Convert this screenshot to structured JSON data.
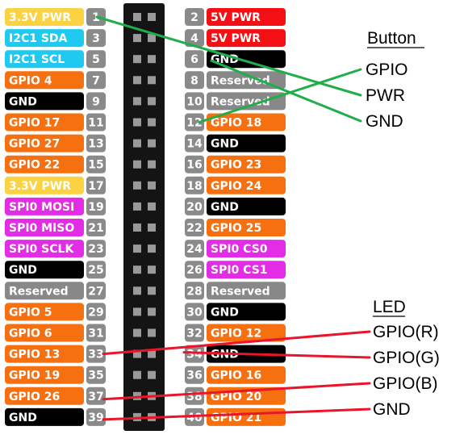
{
  "colors": {
    "PWR33": "#fbd241",
    "PWR5": "#f40f15",
    "I2C": "#1fc9ef",
    "GPIO": "#f7700f",
    "GND": "#000000",
    "RES": "#888888",
    "SPI": "#e32ce5",
    "PIN_NUM": "#8a8a8a",
    "HEADER": "#141414",
    "HEADER_PIN": "#9a9a9a",
    "BUTTON_WIRE": "#1fae4a",
    "LED_WIRE": "#e8152b"
  },
  "pins_left": [
    {
      "num": "1",
      "label": "3.3V PWR",
      "kind": "PWR33"
    },
    {
      "num": "3",
      "label": "I2C1 SDA",
      "kind": "I2C"
    },
    {
      "num": "5",
      "label": "I2C1 SCL",
      "kind": "I2C"
    },
    {
      "num": "7",
      "label": "GPIO 4",
      "kind": "GPIO"
    },
    {
      "num": "9",
      "label": "GND",
      "kind": "GND"
    },
    {
      "num": "11",
      "label": "GPIO 17",
      "kind": "GPIO"
    },
    {
      "num": "13",
      "label": "GPIO 27",
      "kind": "GPIO"
    },
    {
      "num": "15",
      "label": "GPIO 22",
      "kind": "GPIO"
    },
    {
      "num": "17",
      "label": "3.3V PWR",
      "kind": "PWR33"
    },
    {
      "num": "19",
      "label": "SPI0 MOSI",
      "kind": "SPI"
    },
    {
      "num": "21",
      "label": "SPI0 MISO",
      "kind": "SPI"
    },
    {
      "num": "23",
      "label": "SPI0 SCLK",
      "kind": "SPI"
    },
    {
      "num": "25",
      "label": "GND",
      "kind": "GND"
    },
    {
      "num": "27",
      "label": "Reserved",
      "kind": "RES"
    },
    {
      "num": "29",
      "label": "GPIO 5",
      "kind": "GPIO"
    },
    {
      "num": "31",
      "label": "GPIO 6",
      "kind": "GPIO"
    },
    {
      "num": "33",
      "label": "GPIO 13",
      "kind": "GPIO"
    },
    {
      "num": "35",
      "label": "GPIO 19",
      "kind": "GPIO"
    },
    {
      "num": "37",
      "label": "GPIO 26",
      "kind": "GPIO"
    },
    {
      "num": "39",
      "label": "GND",
      "kind": "GND"
    }
  ],
  "pins_right": [
    {
      "num": "2",
      "label": "5V PWR",
      "kind": "PWR5"
    },
    {
      "num": "4",
      "label": "5V PWR",
      "kind": "PWR5"
    },
    {
      "num": "6",
      "label": "GND",
      "kind": "GND"
    },
    {
      "num": "8",
      "label": "Reserved",
      "kind": "RES"
    },
    {
      "num": "10",
      "label": "Reserved",
      "kind": "RES"
    },
    {
      "num": "12",
      "label": "GPIO 18",
      "kind": "GPIO"
    },
    {
      "num": "14",
      "label": "GND",
      "kind": "GND"
    },
    {
      "num": "16",
      "label": "GPIO 23",
      "kind": "GPIO"
    },
    {
      "num": "18",
      "label": "GPIO 24",
      "kind": "GPIO"
    },
    {
      "num": "20",
      "label": "GND",
      "kind": "GND"
    },
    {
      "num": "22",
      "label": "GPIO 25",
      "kind": "GPIO"
    },
    {
      "num": "24",
      "label": "SPI0 CS0",
      "kind": "SPI"
    },
    {
      "num": "26",
      "label": "SPI0 CS1",
      "kind": "SPI"
    },
    {
      "num": "28",
      "label": "Reserved",
      "kind": "RES"
    },
    {
      "num": "30",
      "label": "GND",
      "kind": "GND"
    },
    {
      "num": "32",
      "label": "GPIO 12",
      "kind": "GPIO"
    },
    {
      "num": "34",
      "label": "GND",
      "kind": "GND"
    },
    {
      "num": "36",
      "label": "GPIO 16",
      "kind": "GPIO"
    },
    {
      "num": "38",
      "label": "GPIO 20",
      "kind": "GPIO"
    },
    {
      "num": "40",
      "label": "GPIO 21",
      "kind": "GPIO"
    }
  ],
  "button": {
    "title": "Button",
    "terminals": [
      "GPIO",
      "PWR",
      "GND"
    ]
  },
  "led": {
    "title": "LED",
    "terminals": [
      "GPIO(R)",
      "GPIO(G)",
      "GPIO(B)",
      "GND"
    ]
  }
}
